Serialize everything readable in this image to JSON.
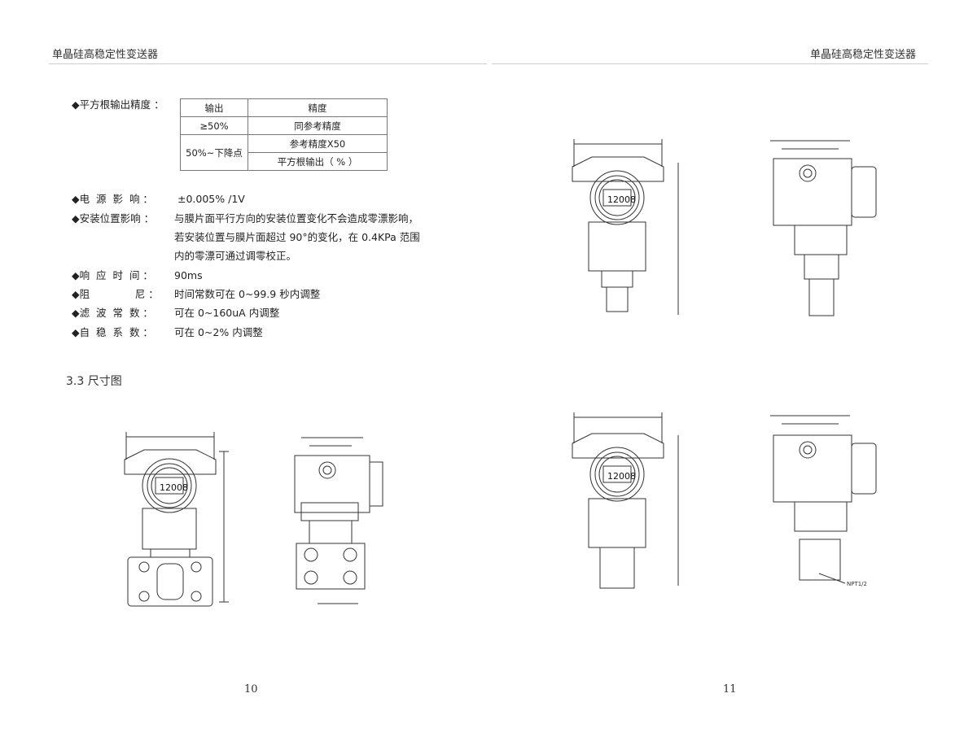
{
  "header": {
    "left_title": "单晶硅高稳定性变送器",
    "right_title": "单晶硅高稳定性变送器"
  },
  "specs": {
    "sqrt_accuracy": {
      "label": "◆平方根输出精度 ：",
      "table": {
        "head": [
          "输出",
          "精度"
        ],
        "row1": [
          "≥50%",
          "同参考精度"
        ],
        "row2_label": "50%~下降点",
        "row2_values": [
          "参考精度X50",
          "平方根输出（ % ）"
        ]
      }
    },
    "items": [
      {
        "label": "◆电  源  影  响 ：",
        "value": "±0.005% /1V"
      },
      {
        "label": "◆安装位置影响 ：",
        "value": "与膜片面平行方向的安装位置变化不会造成零漂影响，"
      },
      {
        "label": "",
        "value": "若安装位置与膜片面超过 90°的变化，在 0.4KPa 范围"
      },
      {
        "label": "",
        "value": "内的零漂可通过调零校正。"
      },
      {
        "label": "◆响  应  时  间 ：",
        "value": "90ms"
      },
      {
        "label": "◆阻              尼 ：",
        "value": "时间常数可在 0~99.9 秒内调整"
      },
      {
        "label": "◆滤  波  常  数 ：",
        "value": "可在 0~160uA 内调整"
      },
      {
        "label": "◆自  稳  系  数 ：",
        "value": "可在 0~2% 内调整"
      }
    ]
  },
  "section": {
    "title": "3.3 尺寸图"
  },
  "drawings": {
    "lcd_text": "12008",
    "thread_label": "NPT1/2",
    "icons": [
      "transmitter-front-drawing",
      "transmitter-side-drawing"
    ]
  },
  "footer": {
    "left_page": "10",
    "right_page": "11"
  }
}
